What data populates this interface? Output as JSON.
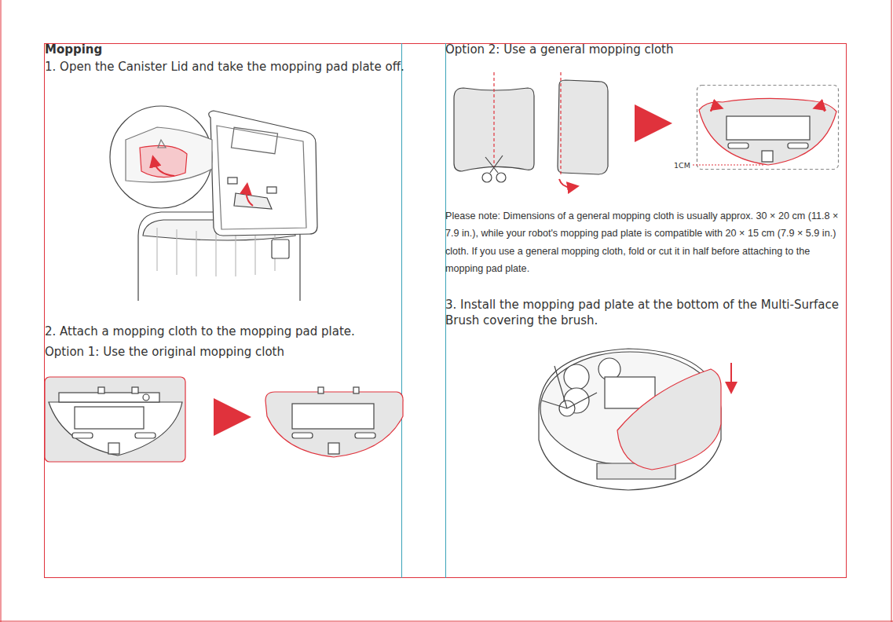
{
  "diagram": {
    "title": "Mopping",
    "labels": [
      "1. Open the Canister Lid and take the mopping pad plate off.",
      "2. Attach a mopping cloth to the mopping pad plate.",
      "Option 1: Use the original mopping cloth",
      "Option 2: Use a general mopping cloth",
      "1CM",
      "Please note: Dimensions of a general mopping cloth is usually approx. 30 × 20 cm (11.8 × 7.9 in.), while your robot's mopping pad plate is compatible with 20 × 15 cm (7.9 × 5.9 in.) cloth. If you use a general mopping cloth, fold or cut it in half before attaching to the mopping pad plate.",
      "3. Install the mopping pad plate at the bottom of the Multi-Surface Brush covering the brush."
    ]
  }
}
